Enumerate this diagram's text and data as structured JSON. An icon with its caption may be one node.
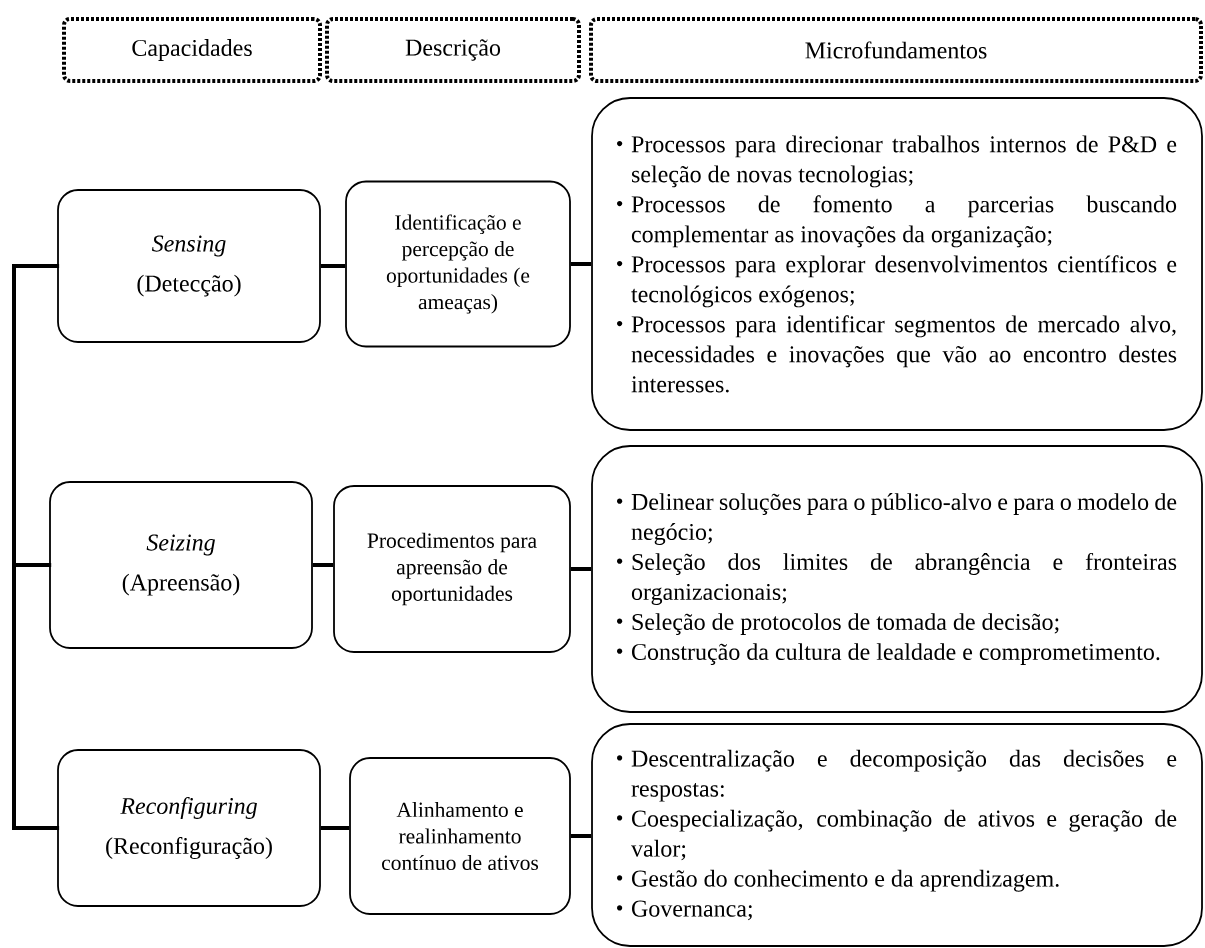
{
  "diagram": {
    "nodes": [
      {
        "text": [
          "Capacidades"
        ]
      },
      {
        "text": [
          "Descrição"
        ]
      },
      {
        "text": [
          "Microfundamentos"
        ]
      },
      {
        "text": [
          "Sensing",
          "(Detecção)"
        ]
      },
      {
        "text": [
          "Identificação e percepção de oportunidades (e ameaças)"
        ]
      },
      {
        "text": [
          "Processos para direcionar trabalhos internos de P&D e seleção de novas tecnologias;",
          "Processos de fomento a parcerias buscando complementar as inovações da organização;",
          "Processos para explorar desenvolvimentos científicos e tecnológicos exógenos;",
          "Processos para identificar segmentos de mercado alvo, necessidades e inovações que vão ao encontro destes interesses."
        ]
      },
      {
        "text": [
          "Seizing",
          "(Apreensão)"
        ]
      },
      {
        "text": [
          "Procedimentos para apreensão de oportunidades"
        ]
      },
      {
        "text": [
          "Delinear soluções para o público-alvo e para o modelo de negócio;",
          "Seleção dos limites de abrangência e fronteiras organizacionais;",
          "Seleção de protocolos de tomada de decisão;",
          "Construção da cultura de lealdade e comprometimento."
        ]
      },
      {
        "text": [
          "Reconfiguring",
          "(Reconfiguração)"
        ]
      },
      {
        "text": [
          "Alinhamento e realinhamento contínuo de ativos"
        ]
      },
      {
        "text": [
          "Descentralização e decomposição das decisões e respostas:",
          "Coespecialização, combinação de ativos e geração de valor;",
          "Gestão do conhecimento e da aprendizagem.",
          "Governanca;"
        ]
      }
    ],
    "edges": [
      {
        "from": 3,
        "to": 4,
        "arrow": "none"
      },
      {
        "from": 4,
        "to": 5,
        "arrow": "none"
      },
      {
        "from": 6,
        "to": 7,
        "arrow": "none"
      },
      {
        "from": 7,
        "to": 8,
        "arrow": "none"
      },
      {
        "from": 9,
        "to": 10,
        "arrow": "none"
      },
      {
        "from": 10,
        "to": 11,
        "arrow": "none"
      },
      {
        "from": 3,
        "to": 6,
        "arrow": "none"
      },
      {
        "from": 6,
        "to": 9,
        "arrow": "none"
      }
    ]
  }
}
